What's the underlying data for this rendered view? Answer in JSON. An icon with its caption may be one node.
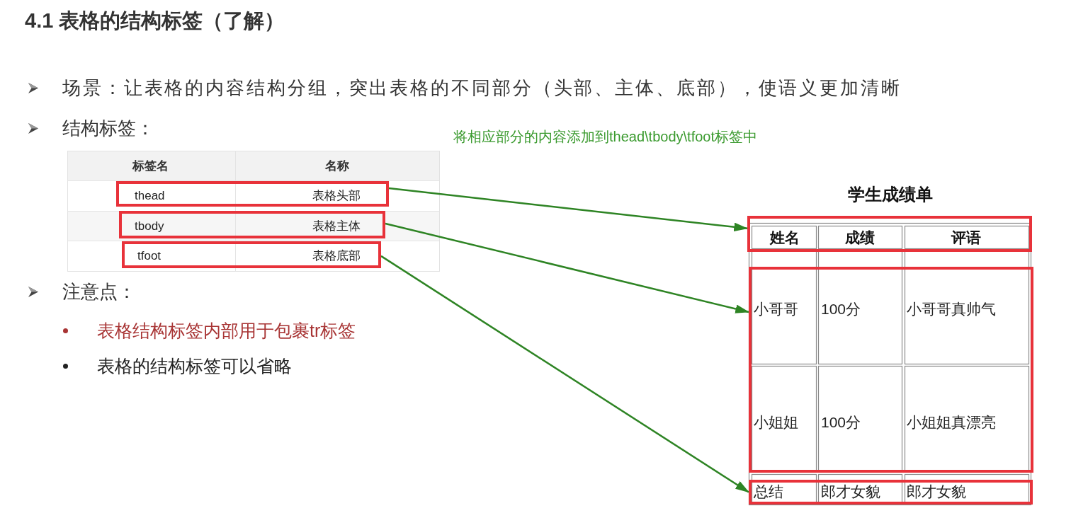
{
  "diagram": {
    "title": "4.1 表格的结构标签（了解）",
    "nodes": [
      {
        "text": [
          "thead",
          "表格头部"
        ]
      },
      {
        "text": [
          "tbody",
          "表格主体"
        ]
      },
      {
        "text": [
          "tfoot",
          "表格底部"
        ]
      },
      {
        "text": [
          "姓名",
          "成绩",
          "评语"
        ]
      },
      {
        "text": [
          "小哥哥",
          "100分",
          "小哥哥真帅气",
          "小姐姐",
          "100分",
          "小姐姐真漂亮"
        ]
      },
      {
        "text": [
          "总结",
          "郎才女貌",
          "郎才女貌"
        ]
      }
    ],
    "edges": [
      {
        "from": 0,
        "to": 3,
        "arrow": "to"
      },
      {
        "from": 1,
        "to": 4,
        "arrow": "to"
      },
      {
        "from": 2,
        "to": 5,
        "arrow": "to"
      }
    ],
    "labels": [
      "场景：让表格的内容结构分组，突出表格的不同部分（头部、主体、底部），使语义更加清晰",
      "结构标签：",
      "将相应部分的内容添加到thead\\tbody\\tfoot标签中",
      "标签名",
      "名称",
      "学生成绩单",
      "注意点：",
      "表格结构标签内部用于包裹tr标签",
      "表格的结构标签可以省略"
    ]
  }
}
